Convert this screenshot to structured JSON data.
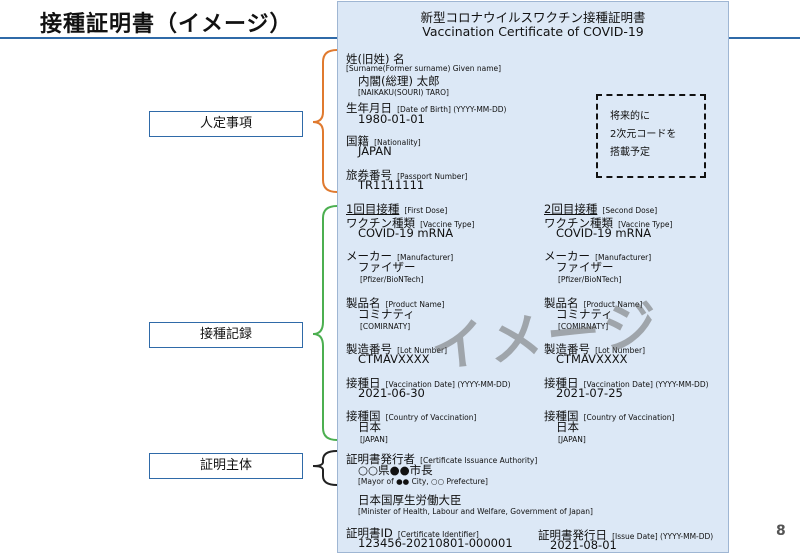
{
  "slide": {
    "title": "接種証明書（イメージ）",
    "page_number": "8"
  },
  "side_labels": {
    "identity": "人定事項",
    "record": "接種記録",
    "issuer": "証明主体"
  },
  "certificate": {
    "title_ja": "新型コロナウイルスワクチン接種証明書",
    "title_en": "Vaccination Certificate of COVID-19",
    "name_label": "姓(旧姓) 名",
    "name_label_en": "[Surname(Former surname) Given name]",
    "name_value": "内閣(総理) 太郎",
    "name_value_en": "[NAIKAKU(SOURI) TARO]",
    "dob_label": "生年月日",
    "dob_label_en": "[Date of Birth] (YYYY-MM-DD)",
    "dob_value": "1980-01-01",
    "nationality_label": "国籍",
    "nationality_label_en": "[Nationality]",
    "nationality_value": "JAPAN",
    "passport_label": "旅券番号",
    "passport_label_en": "[Passport Number]",
    "passport_value": "TR1111111",
    "future_box": [
      "将来的に",
      "2次元コードを",
      "搭載予定"
    ],
    "watermark": "イメージ",
    "doses": [
      {
        "heading": "1回目接種",
        "heading_en": "[First Dose]",
        "vaccine_type_label": "ワクチン種類",
        "vaccine_type_label_en": "[Vaccine Type]",
        "vaccine_type_value": "COVID-19 mRNA",
        "manufacturer_label": "メーカー",
        "manufacturer_label_en": "[Manufacturer]",
        "manufacturer_value": "ファイザー",
        "manufacturer_value_en": "[Pfizer/BioNTech]",
        "product_label": "製品名",
        "product_label_en": "[Product Name]",
        "product_value": "コミナティ",
        "product_value_en": "[COMIRNATY]",
        "lot_label": "製造番号",
        "lot_label_en": "[Lot Number]",
        "lot_value": "CTMAVXXXX",
        "date_label": "接種日",
        "date_label_en": "[Vaccination Date] (YYYY-MM-DD)",
        "date_value": "2021-06-30",
        "country_label": "接種国",
        "country_label_en": "[Country of Vaccination]",
        "country_value": "日本",
        "country_value_en": "[JAPAN]"
      },
      {
        "heading": "2回目接種",
        "heading_en": "[Second Dose]",
        "vaccine_type_label": "ワクチン種類",
        "vaccine_type_label_en": "[Vaccine Type]",
        "vaccine_type_value": "COVID-19 mRNA",
        "manufacturer_label": "メーカー",
        "manufacturer_label_en": "[Manufacturer]",
        "manufacturer_value": "ファイザー",
        "manufacturer_value_en": "[Pfizer/BioNTech]",
        "product_label": "製品名",
        "product_label_en": "[Product Name]",
        "product_value": "コミナティ",
        "product_value_en": "[COMIRNATY]",
        "lot_label": "製造番号",
        "lot_label_en": "[Lot Number]",
        "lot_value": "CTMAVXXXX",
        "date_label": "接種日",
        "date_label_en": "[Vaccination Date] (YYYY-MM-DD)",
        "date_value": "2021-07-25",
        "country_label": "接種国",
        "country_label_en": "[Country of Vaccination]",
        "country_value": "日本",
        "country_value_en": "[JAPAN]"
      }
    ],
    "issuer_label": "証明書発行者",
    "issuer_label_en": "[Certificate Issuance Authority]",
    "issuer_value": "○○県●●市長",
    "issuer_value_en": "[Mayor of ●● City, ○○ Prefecture]",
    "ministry_value": "日本国厚生労働大臣",
    "ministry_value_en": "[Minister of Health, Labour and Welfare, Government of Japan]",
    "cert_id_label": "証明書ID",
    "cert_id_label_en": "[Certificate Identifier]",
    "cert_id_value": "123456-20210801-000001",
    "issue_date_label": "証明書発行日",
    "issue_date_label_en": "[Issue Date] (YYYY-MM-DD)",
    "issue_date_value": "2021-08-01"
  },
  "colors": {
    "certificate_bg": "#dce8f6",
    "title_rule": "#2f6aa8",
    "identity_bracket": "#e07a2f",
    "record_bracket": "#4caf50",
    "issuer_bracket": "#222222"
  }
}
